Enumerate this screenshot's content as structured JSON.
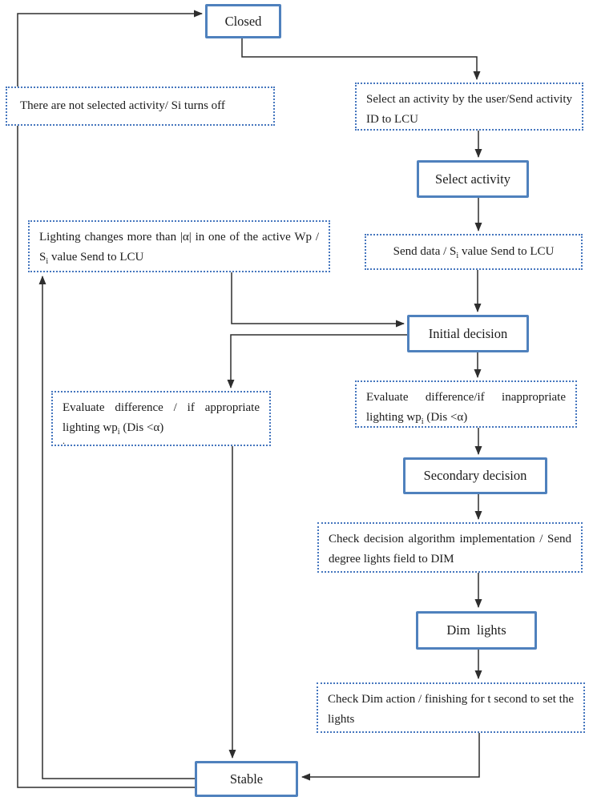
{
  "colors": {
    "solid_box_border": "#4f81bd",
    "dotted_box_border": "#4576be",
    "arrow": "#2e2e2e",
    "text": "#1c1c1c",
    "background": "#ffffff"
  },
  "nodes": {
    "closed": {
      "label": "Closed"
    },
    "no_activity": {
      "label": "There are not selected activity/ Si turns off"
    },
    "select_transition": {
      "label": "Select an activity by the user/Send activity ID to LCU"
    },
    "select_activity": {
      "label": "Select activity"
    },
    "send_data": {
      "pre": "Send data / S",
      "sub": "i",
      "post": " value Send to LCU"
    },
    "lighting_changes": {
      "pre": "Lighting changes more than |α| in one of the active Wp / S",
      "sub": "i",
      "post": " value Send to LCU"
    },
    "initial_decision": {
      "label": "Initial decision"
    },
    "evaluate_inappropriate": {
      "pre": "Evaluate  difference/if  inappropriate lighting wp",
      "sub": "i",
      "post": " (Dis <α)"
    },
    "evaluate_appropriate": {
      "pre": "Evaluate  difference  /  if  appropriate lighting wp",
      "sub": "i",
      "post": " (Dis <α)",
      "stray": "."
    },
    "secondary_decision": {
      "label": "Secondary decision"
    },
    "check_decision": {
      "label": "Check  decision  algorithm  implementation  / Send degree lights field to DIM"
    },
    "dim_lights": {
      "label": "Dim  lights"
    },
    "check_dim": {
      "label": "Check Dim action / finishing for t second to set the lights"
    },
    "stable": {
      "label": "Stable"
    }
  }
}
